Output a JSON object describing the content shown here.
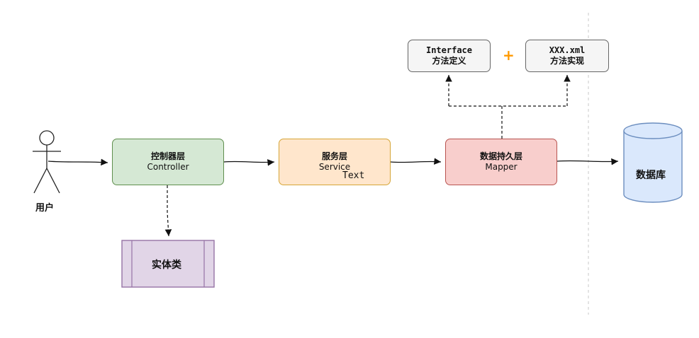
{
  "actor": {
    "label": "用户"
  },
  "controller": {
    "line1": "控制器层",
    "line2": "Controller"
  },
  "service": {
    "line1": "服务层",
    "line2": "Service",
    "overlay": "Text"
  },
  "mapper": {
    "line1": "数据持久层",
    "line2": "Mapper"
  },
  "interface_box": {
    "line1": "Interface",
    "line2": "方法定义"
  },
  "plus": "+",
  "xml_box": {
    "line1": "XXX.xml",
    "line2": "方法实现"
  },
  "entity": {
    "label": "实体类"
  },
  "database": {
    "label": "数据库"
  },
  "colors": {
    "green": "#d5e8d4",
    "orange": "#ffe6cc",
    "red": "#f8cecc",
    "grey": "#f5f5f5",
    "purple": "#e1d5e7",
    "blue": "#dae8fc",
    "plus": "#ff9900"
  }
}
